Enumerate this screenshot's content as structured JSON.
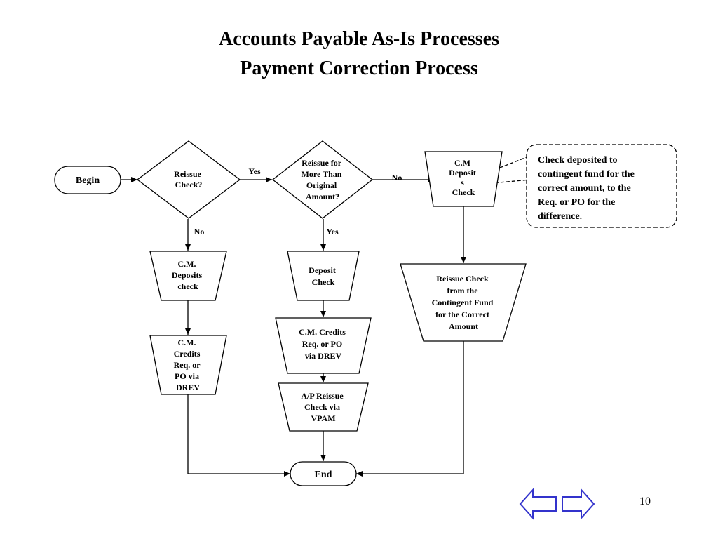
{
  "title_line1": "Accounts Payable As-Is Processes",
  "title_line2": "Payment Correction Process",
  "nodes": {
    "begin": [
      "Begin"
    ],
    "reissue_decision": [
      "Reissue",
      "Check?"
    ],
    "more_than_decision": [
      "Reissue  for",
      "More Than",
      "Original",
      "Amount?"
    ],
    "cm_deposits_check_right": [
      "C.M",
      "Deposit",
      "s",
      "Check"
    ],
    "cm_deposits_check_left": [
      "C.M.",
      "Deposits",
      "check"
    ],
    "cm_credits_left": [
      "C.M.",
      "Credits",
      "Req. or",
      "PO via",
      "DREV"
    ],
    "deposit_check": [
      "Deposit",
      "Check"
    ],
    "cm_credits_middle": [
      "C.M. Credits",
      "Req. or PO",
      "via DREV"
    ],
    "ap_reissue": [
      "A/P Reissue",
      "Check via",
      "VPAM"
    ],
    "reissue_contingent": [
      "Reissue Check",
      "from the",
      "Contingent Fund",
      "for the Correct",
      "Amount"
    ],
    "end": [
      "End"
    ]
  },
  "edge_labels": {
    "yes_top": "Yes",
    "no_top": "No",
    "no_left": "No",
    "yes_middle": "Yes"
  },
  "note": [
    "Check deposited to",
    "contingent fund for the",
    "correct amount, to the",
    "Req. or PO for the",
    "difference."
  ],
  "nav": {
    "back": "back-arrow-icon",
    "forward": "forward-arrow-icon",
    "color": "#3333cc"
  },
  "page_number": "10"
}
